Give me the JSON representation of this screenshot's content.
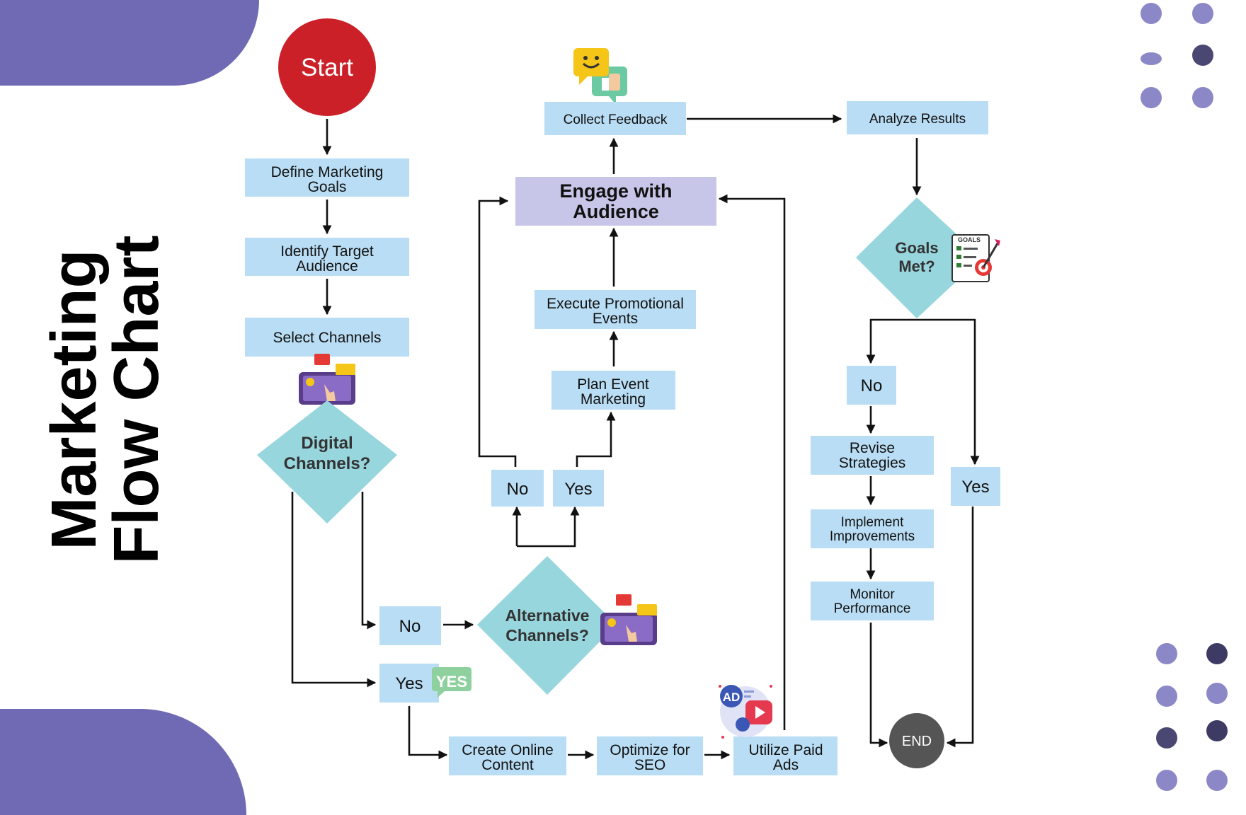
{
  "title": {
    "line1": "Marketing",
    "line2": "Flow Chart"
  },
  "colors": {
    "process_fill": "#b9ddf4",
    "highlight_fill": "#c7c6e8",
    "decision_fill": "#98d6de",
    "start_fill": "#cc2029",
    "end_fill": "#555555",
    "accent_purple": "#6f6ab3",
    "dot_light": "#8c88c8",
    "dot_dark": "#3d3a63"
  },
  "nodes": {
    "start": "Start",
    "define_goals": [
      "Define Marketing",
      "Goals"
    ],
    "identify_audience": [
      "Identify Target",
      "Audience"
    ],
    "select_channels": "Select Channels",
    "digital_channels": [
      "Digital",
      "Channels?"
    ],
    "digital_no": "No",
    "digital_yes": "Yes",
    "alternative_channels": [
      "Alternative",
      "Channels?"
    ],
    "alt_no": "No",
    "alt_yes": "Yes",
    "plan_event": [
      "Plan Event",
      "Marketing"
    ],
    "execute_events": [
      "Execute Promotional",
      "Events"
    ],
    "engage": [
      "Engage with",
      "Audience"
    ],
    "collect_feedback": "Collect Feedback",
    "analyze_results": "Analyze Results",
    "goals_met": [
      "Goals",
      "Met?"
    ],
    "goals_no": "No",
    "goals_yes": "Yes",
    "revise": [
      "Revise",
      "Strategies"
    ],
    "implement": [
      "Implement",
      "Improvements"
    ],
    "monitor": [
      "Monitor",
      "Performance"
    ],
    "create_content": [
      "Create Online",
      "Content"
    ],
    "optimize_seo": [
      "Optimize for",
      "SEO"
    ],
    "paid_ads": [
      "Utilize Paid",
      "Ads"
    ],
    "end": "END"
  },
  "icons": {
    "yes_badge": "YES",
    "goals_label": "GOALS",
    "ad_label": "AD",
    "feedback_icon": "feedback-chat-icon",
    "tablet_icon": "tablet-touch-icon",
    "goals_icon": "goals-target-icon",
    "ad_icon": "video-ad-icon"
  }
}
